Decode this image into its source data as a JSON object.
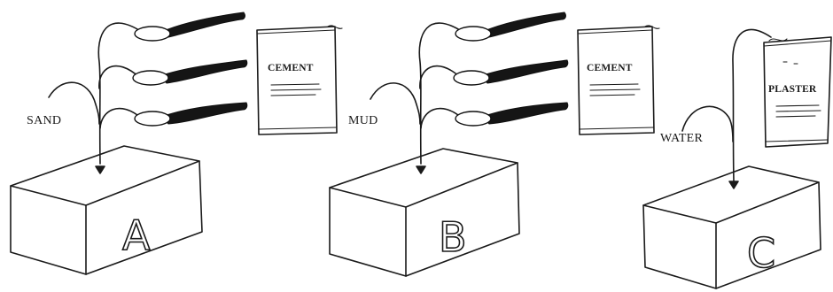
{
  "setups": [
    {
      "ingredient": "SAND",
      "bag": "CEMENT",
      "box": "A"
    },
    {
      "ingredient": "MUD",
      "bag": "CEMENT",
      "box": "B"
    },
    {
      "ingredient": "WATER",
      "bag": "PLASTER",
      "box": "C"
    }
  ],
  "colors": {
    "ink": "#1a1a1a",
    "background": "#ffffff"
  }
}
